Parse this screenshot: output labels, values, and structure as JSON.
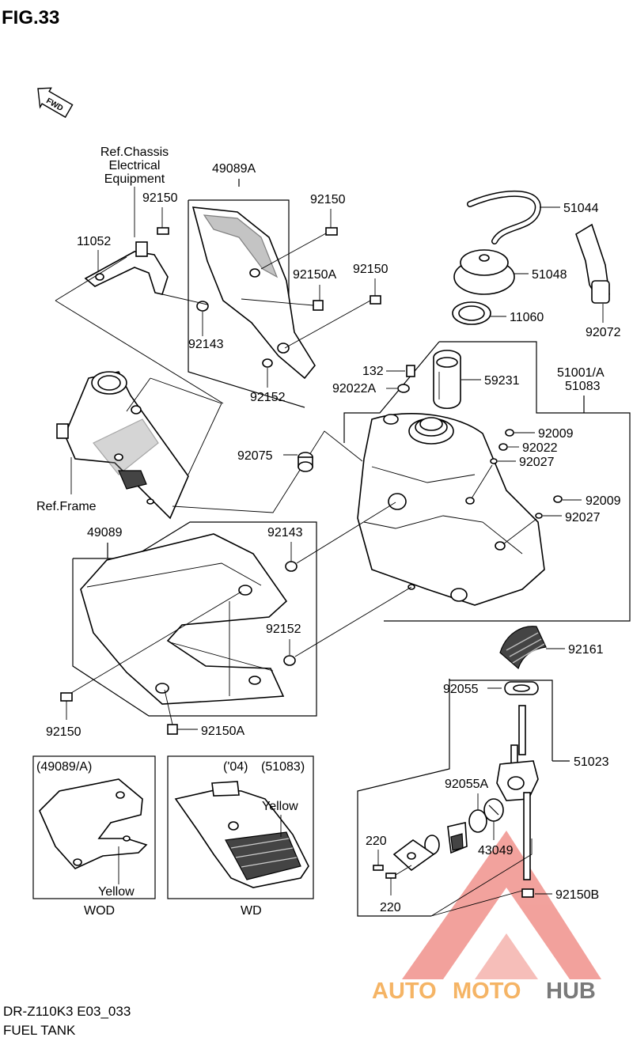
{
  "figure_title": "FIG.33",
  "fwd_label": "FWD",
  "ref_chassis": [
    "Ref.Chassis",
    "Electrical",
    "Equipment"
  ],
  "ref_frame": "Ref.Frame",
  "callouts": {
    "c49089A": "49089A",
    "c92150_bracket": "92150",
    "c92150_topleft": "92150",
    "c92150_right": "92150",
    "c11052": "11052",
    "c92150A_top": "92150A",
    "c92143_top": "92143",
    "c92152_top": "92152",
    "c51044": "51044",
    "c51048": "51048",
    "c92072": "92072",
    "c11060": "11060",
    "c132": "132",
    "c92022A": "92022A",
    "c59231": "59231",
    "c51001A": "51001/A",
    "c51083": "51083",
    "c92009_a": "92009",
    "c92022": "92022",
    "c92027_a": "92027",
    "c92075": "92075",
    "c92009_b": "92009",
    "c92027_b": "92027",
    "c49089": "49089",
    "c92143_bottom": "92143",
    "c92152_bottom": "92152",
    "c92150_bottom": "92150",
    "c92150A_bottom": "92150A",
    "c92161": "92161",
    "c92055": "92055",
    "c51023": "51023",
    "c92055A": "92055A",
    "c220_top": "220",
    "c43049": "43049",
    "c92150B": "92150B",
    "c220_bottom": "220"
  },
  "inset_left": {
    "header": "(49089/A)",
    "note": "Yellow",
    "caption": "WOD"
  },
  "inset_right": {
    "header_year": "('04)",
    "header_part": "(51083)",
    "note": "Yellow",
    "caption": "WD"
  },
  "watermark": {
    "text_auto": "AUTO",
    "text_moto": "MOTO",
    "text_hub": "HUB",
    "color_red": "#e8564c",
    "color_orange": "#f3a23f",
    "color_gray": "#5a5a5a"
  },
  "model_code": "DR-Z110K3 E03_033",
  "page_caption": "FUEL TANK"
}
